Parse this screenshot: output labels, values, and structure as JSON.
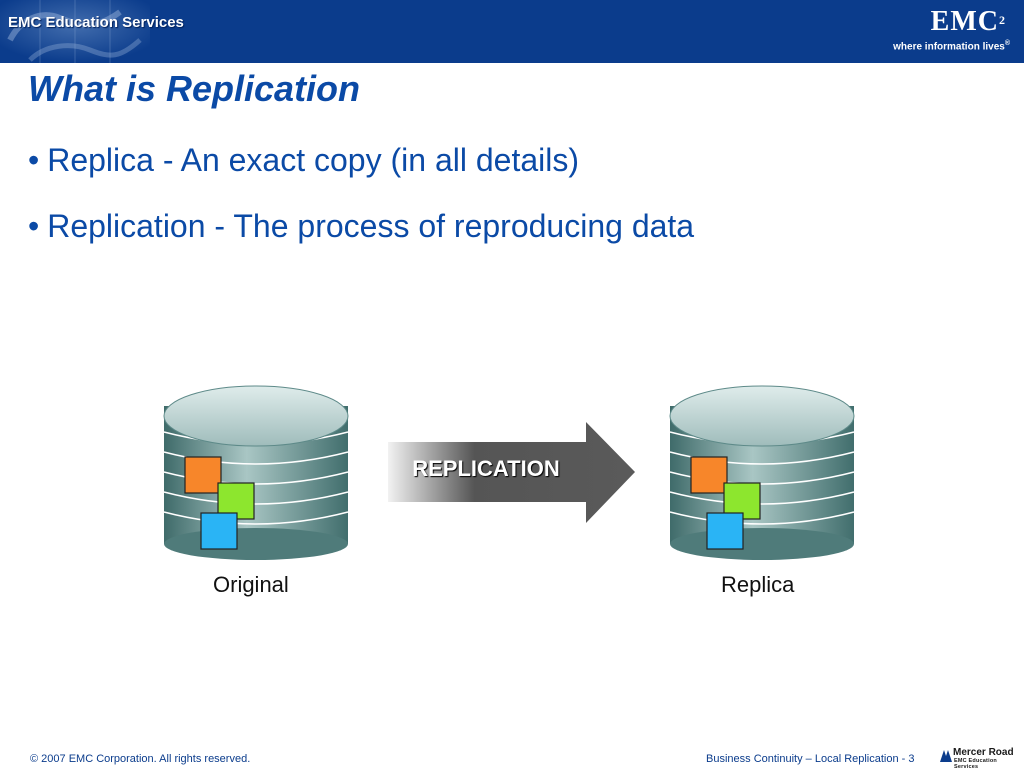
{
  "header": {
    "brand_left": "EMC Education Services",
    "logo_text": "EMC",
    "logo_superscript": "2",
    "logo_tagline": "where information lives",
    "logo_registered": "®",
    "colors": {
      "banner": "#0b3c8c",
      "title_text": "#0b4aa6"
    }
  },
  "slide": {
    "title": "What is Replication",
    "bullets": [
      {
        "marker": "•",
        "text": "Replica - An exact copy (in all details)"
      },
      {
        "marker": "•",
        "text": "Replication - The process of reproducing data"
      }
    ]
  },
  "diagram": {
    "arrow_label": "REPLICATION",
    "source_caption": "Original",
    "target_caption": "Replica",
    "block_colors": [
      "#f7862a",
      "#8de62e",
      "#2ab4f5"
    ]
  },
  "footer": {
    "copyright": "© 2007 EMC Corporation. All rights reserved.",
    "course": "Business Continuity – Local Replication",
    "page_separator": "-",
    "page_number": "3",
    "logo_main": "Mercer Road",
    "logo_sub": "EMC Education Services"
  }
}
